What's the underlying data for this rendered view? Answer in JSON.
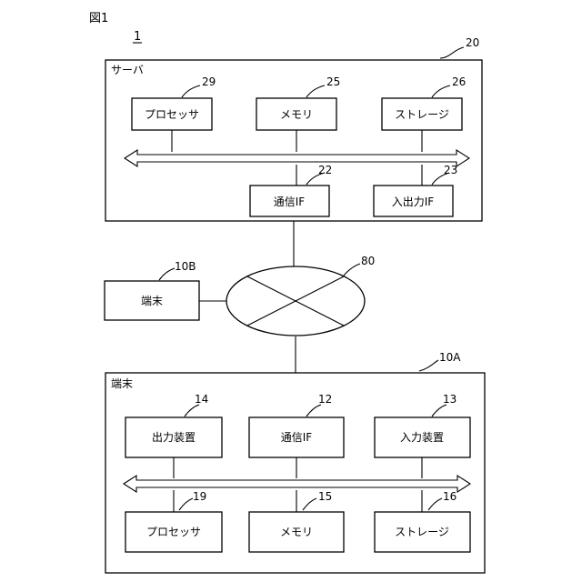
{
  "figure_label": "図1",
  "system_ref": "1",
  "server": {
    "label": "サーバ",
    "ref": "20",
    "processor": {
      "label": "プロセッサ",
      "ref": "29"
    },
    "memory": {
      "label": "メモリ",
      "ref": "25"
    },
    "storage": {
      "label": "ストレージ",
      "ref": "26"
    },
    "comm_if": {
      "label": "通信IF",
      "ref": "22"
    },
    "io_if": {
      "label": "入出力IF",
      "ref": "23"
    }
  },
  "network": {
    "ref": "80"
  },
  "terminal_b": {
    "label": "端末",
    "ref": "10B"
  },
  "terminal_a": {
    "label": "端末",
    "ref": "10A",
    "output_device": {
      "label": "出力装置",
      "ref": "14"
    },
    "comm_if": {
      "label": "通信IF",
      "ref": "12"
    },
    "input_device": {
      "label": "入力装置",
      "ref": "13"
    },
    "processor": {
      "label": "プロセッサ",
      "ref": "19"
    },
    "memory": {
      "label": "メモリ",
      "ref": "15"
    },
    "storage": {
      "label": "ストレージ",
      "ref": "16"
    }
  }
}
